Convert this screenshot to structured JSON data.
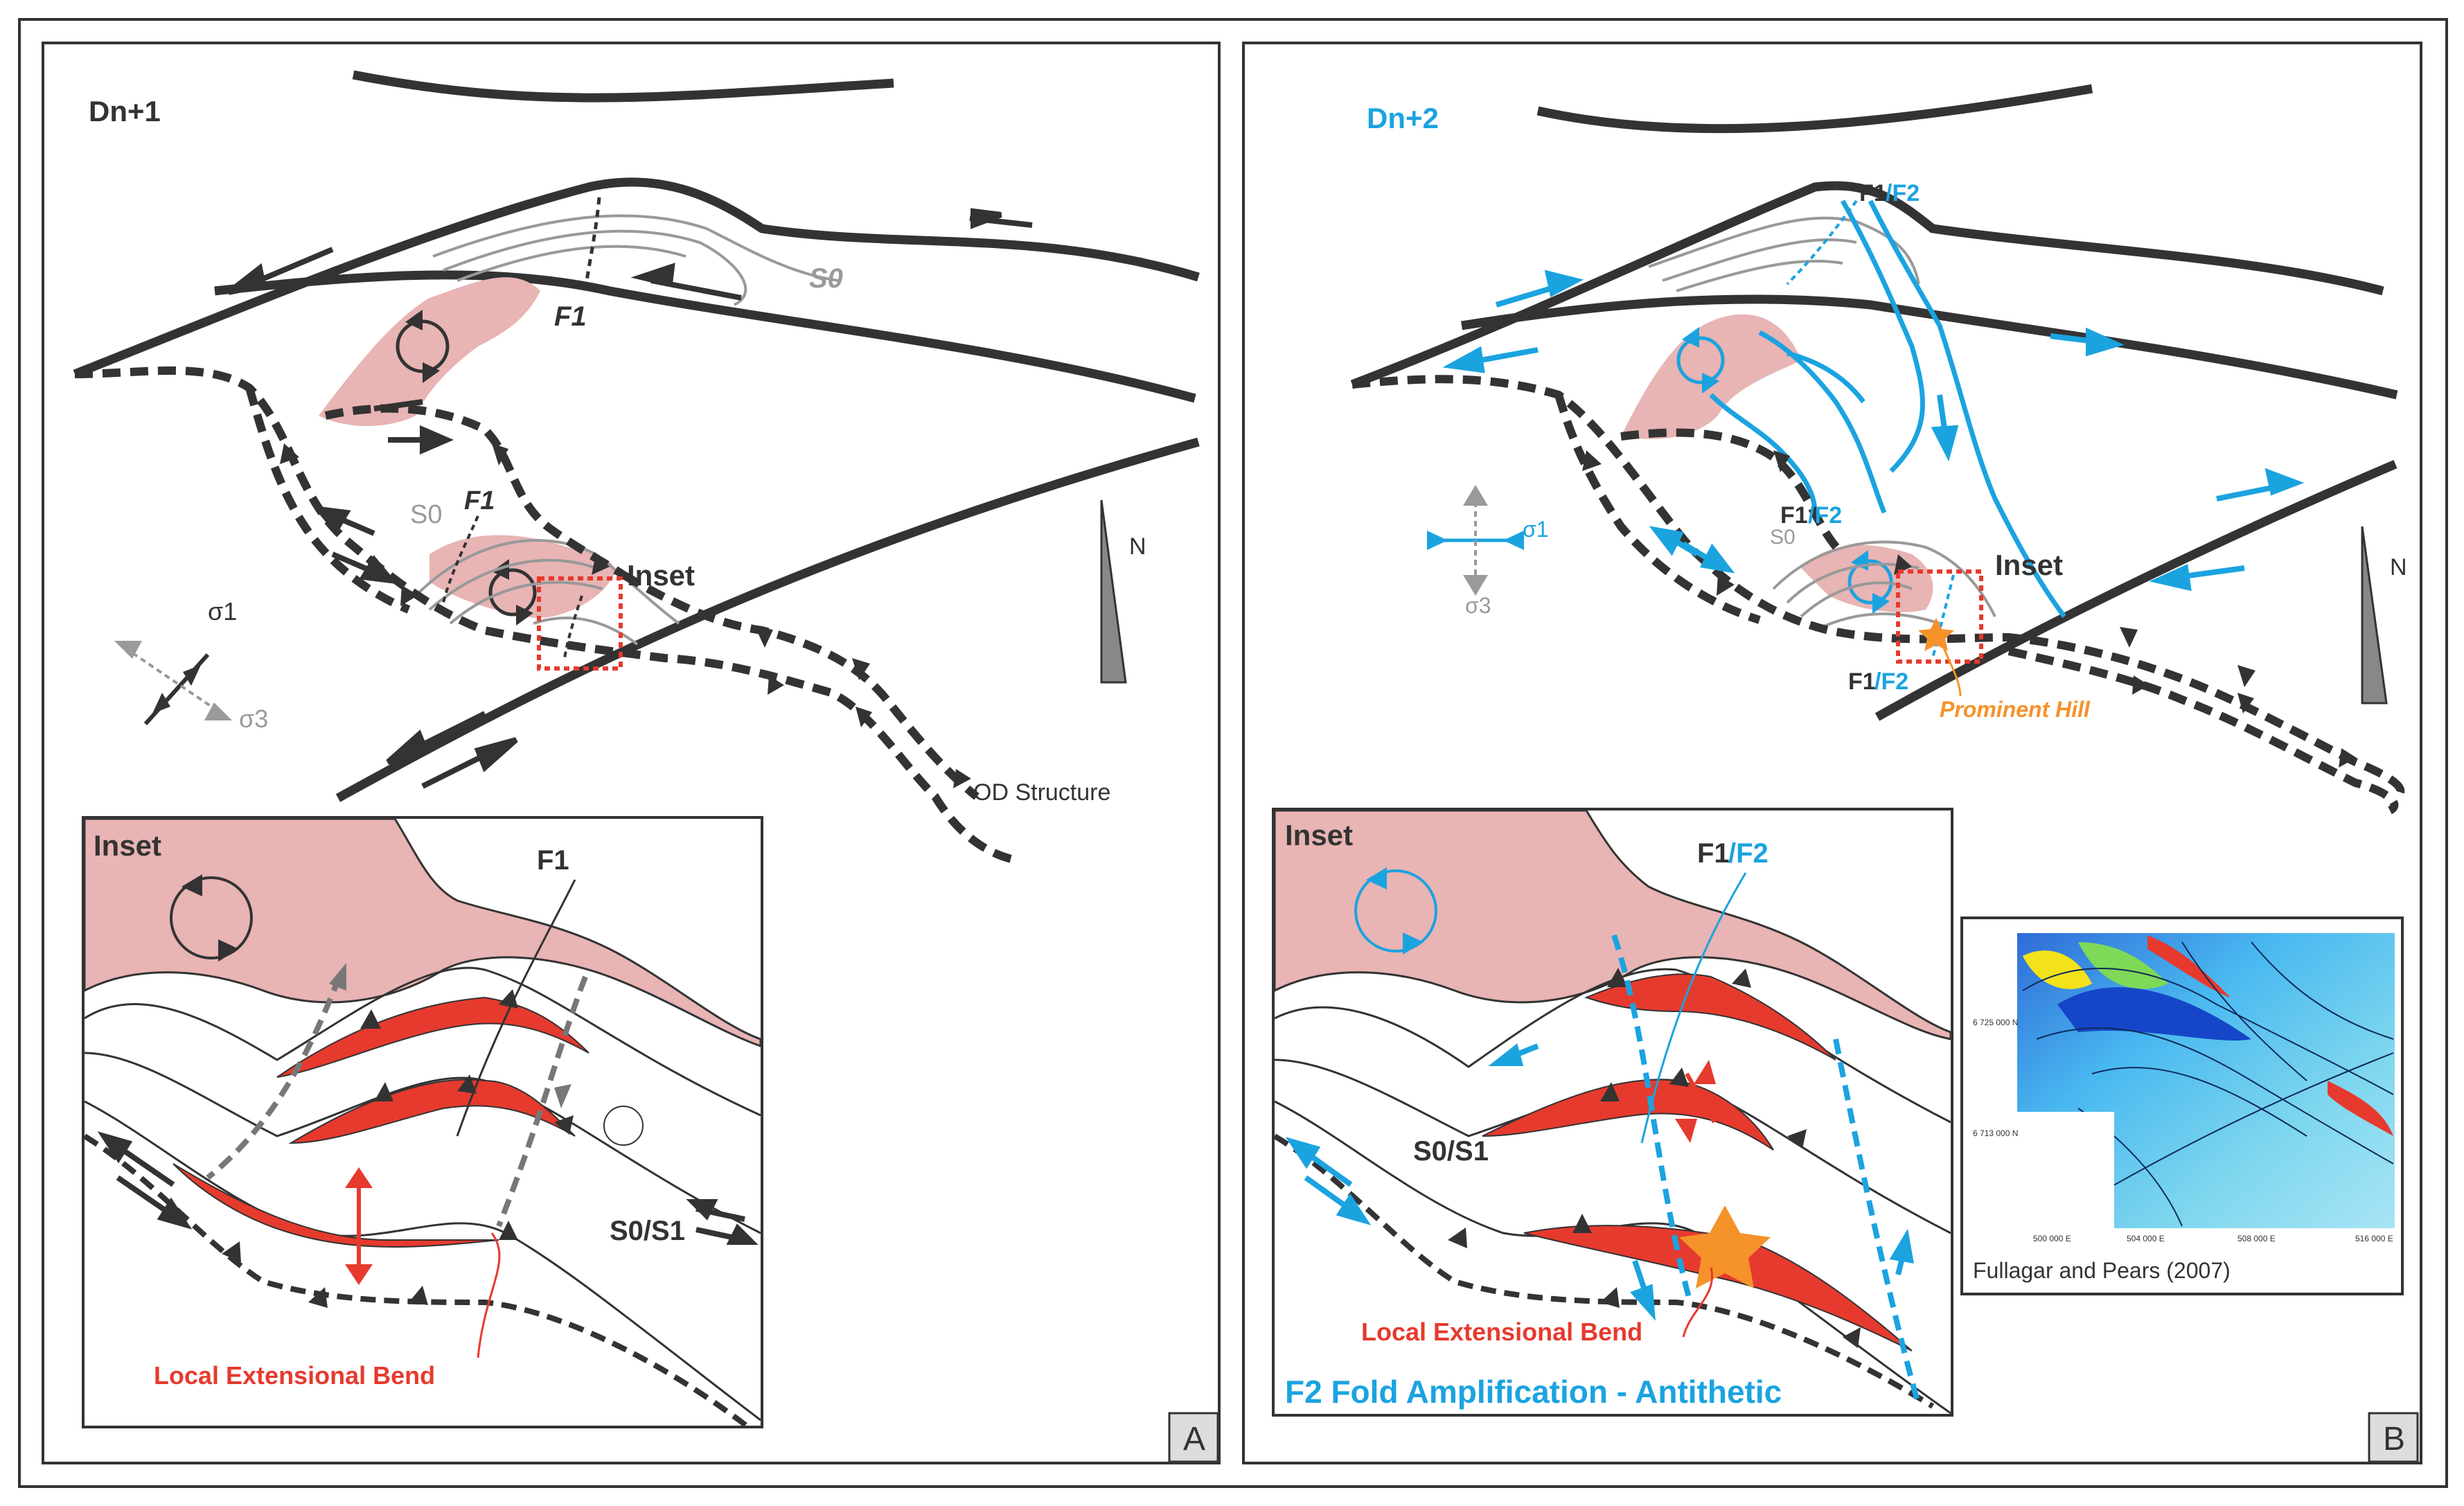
{
  "panel_a": {
    "title": "Dn+1",
    "panel_letter": "A",
    "labels": {
      "s0_top": "S0",
      "f1_top": "F1",
      "s0_mid": "S0",
      "f1_mid": "F1",
      "inset": "Inset",
      "sigma1": "σ1",
      "sigma3": "σ3",
      "od_structure": "OD Structure",
      "north": "N"
    },
    "inset_box": {
      "title": "Inset",
      "f1": "F1",
      "s0s1": "S0/S1",
      "local_bend": "Local Extensional Bend"
    }
  },
  "panel_b": {
    "title": "Dn+2",
    "panel_letter": "B",
    "labels": {
      "f1_top": "F1",
      "f2_top": "/F2",
      "f1_mid": "F1",
      "f2_mid": "/F2",
      "s0_mid": "S0",
      "inset": "Inset",
      "f1_low": "F1",
      "f2_low": "/F2",
      "prominent_hill": "Prominent Hill",
      "sigma1": "σ1",
      "sigma3": "σ3",
      "north": "N"
    },
    "inset_box": {
      "title": "Inset",
      "f1": "F1",
      "f2": "/F2",
      "s0s1": "S0/S1",
      "local_bend": "Local Extensional Bend",
      "caption": "F2 Fold Amplification - Antithetic"
    },
    "map_inset": {
      "caption": "Fullagar and Pears (2007)",
      "northing_1": "6 725 000 N",
      "northing_2": "6 713 000 N",
      "easting_1": "500 000 E",
      "easting_2": "504 000 E",
      "easting_3": "508 000 E",
      "easting_4": "516 000 E"
    }
  },
  "colors": {
    "fault": "#333333",
    "pluton": "#e8b4b4",
    "blue": "#1ba3e0",
    "red": "#e63a2e",
    "orange": "#f5922a",
    "gray": "#9a9a9a"
  }
}
